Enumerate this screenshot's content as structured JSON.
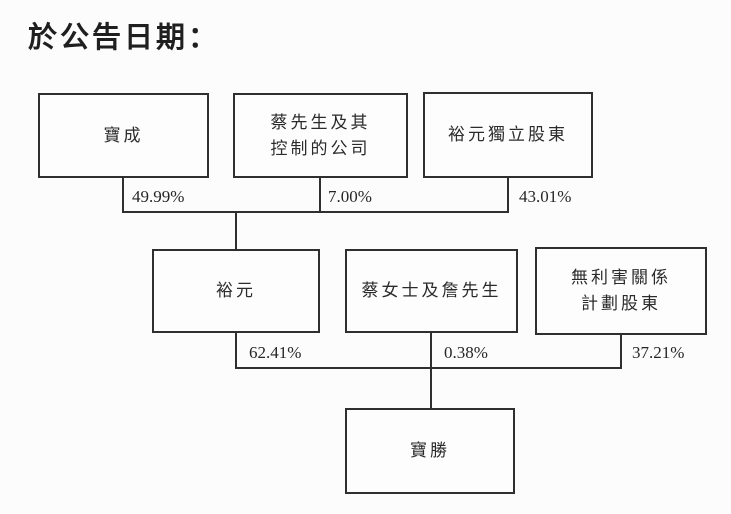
{
  "title": "於公告日期：",
  "colors": {
    "line": "#2f2f2f",
    "text": "#262626",
    "background": "#fcfcfc"
  },
  "diagram": {
    "type": "shareholding-structure",
    "nodes": {
      "pou_chen": {
        "label": "寶成"
      },
      "tsai_companies": {
        "label": "蔡先生及其\n控制的公司"
      },
      "yy_independent": {
        "label": "裕元獨立股東"
      },
      "yue_yuen": {
        "label": "裕元"
      },
      "tsai_chan": {
        "label": "蔡女士及詹先生"
      },
      "disinterested": {
        "label": "無利害關係\n計劃股東"
      },
      "pou_sheng": {
        "label": "寶勝"
      }
    },
    "edges": [
      {
        "from": "寶成",
        "to": "裕元",
        "pct": "49.99%"
      },
      {
        "from": "蔡先生及其控制的公司",
        "to": "裕元",
        "pct": "7.00%"
      },
      {
        "from": "裕元獨立股東",
        "to": "裕元",
        "pct": "43.01%"
      },
      {
        "from": "裕元",
        "to": "寶勝",
        "pct": "62.41%"
      },
      {
        "from": "蔡女士及詹先生",
        "to": "寶勝",
        "pct": "0.38%"
      },
      {
        "from": "無利害關係計劃股東",
        "to": "寶勝",
        "pct": "37.21%"
      }
    ]
  }
}
